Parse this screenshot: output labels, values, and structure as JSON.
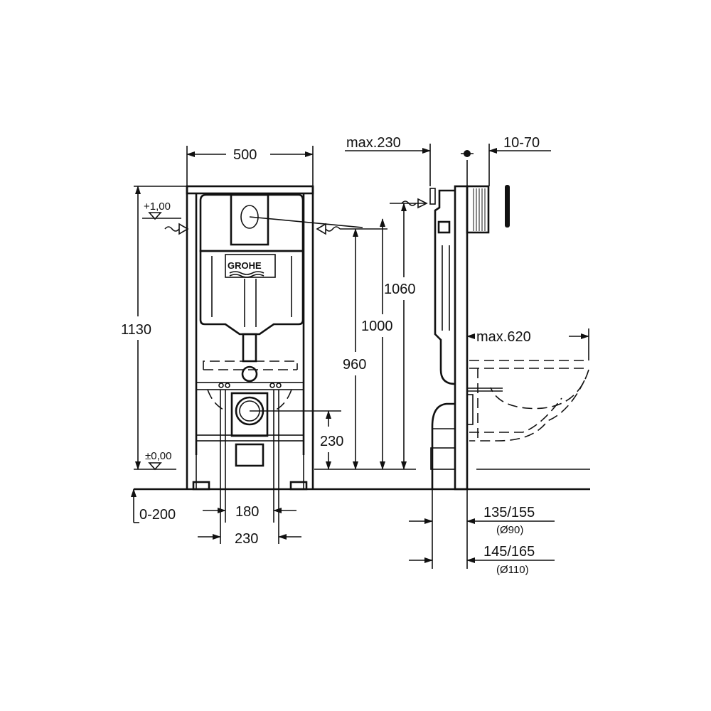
{
  "drawing": {
    "brand_logo": "GROHE",
    "front_view": {
      "width_label": "500",
      "height_label": "1130",
      "level_top": "+1,00",
      "level_zero": "±0,00",
      "dim_960": "960",
      "dim_1000": "1000",
      "dim_1060": "1060",
      "dim_230_drain": "230",
      "dim_0_200": "0-200",
      "dim_180": "180",
      "dim_230_bottom": "230"
    },
    "side_view": {
      "max_230": "max.230",
      "range_10_70": "10-70",
      "max_620": "max.620",
      "dim_135_155": "135/155",
      "dia_90": "(Ø90)",
      "dim_145_165": "145/165",
      "dia_110": "(Ø110)"
    }
  }
}
